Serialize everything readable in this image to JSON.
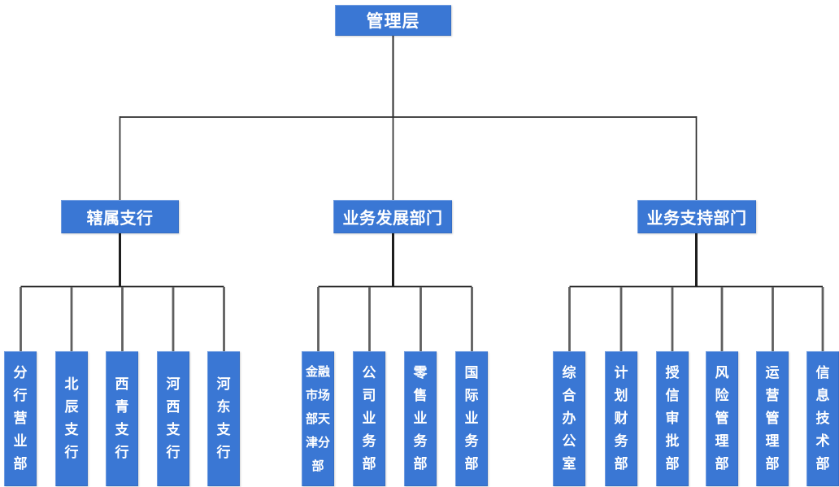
{
  "diagram": {
    "type": "org-chart",
    "root": {
      "label": "管理层"
    },
    "groups": [
      {
        "label": "辖属支行",
        "leaves": [
          {
            "label": "分行营业部"
          },
          {
            "label": "北辰支行"
          },
          {
            "label": "西青支行"
          },
          {
            "label": "河西支行"
          },
          {
            "label": "河东支行"
          }
        ]
      },
      {
        "label": "业务发展部门",
        "leaves": [
          {
            "label": "金融市场部天津分部"
          },
          {
            "label": "公司业务部"
          },
          {
            "label": "零售业务部"
          },
          {
            "label": "国际业务部"
          }
        ]
      },
      {
        "label": "业务支持部门",
        "leaves": [
          {
            "label": "综合办公室"
          },
          {
            "label": "计划财务部"
          },
          {
            "label": "授信审批部"
          },
          {
            "label": "风险管理部"
          },
          {
            "label": "运营管理部"
          },
          {
            "label": "信息技术部"
          }
        ]
      }
    ],
    "colors": {
      "node_fill": "#3a77d4",
      "node_text": "#ffffff",
      "connector_dark": "#2e2e2e",
      "connector_gray": "#5f5f5f"
    }
  }
}
